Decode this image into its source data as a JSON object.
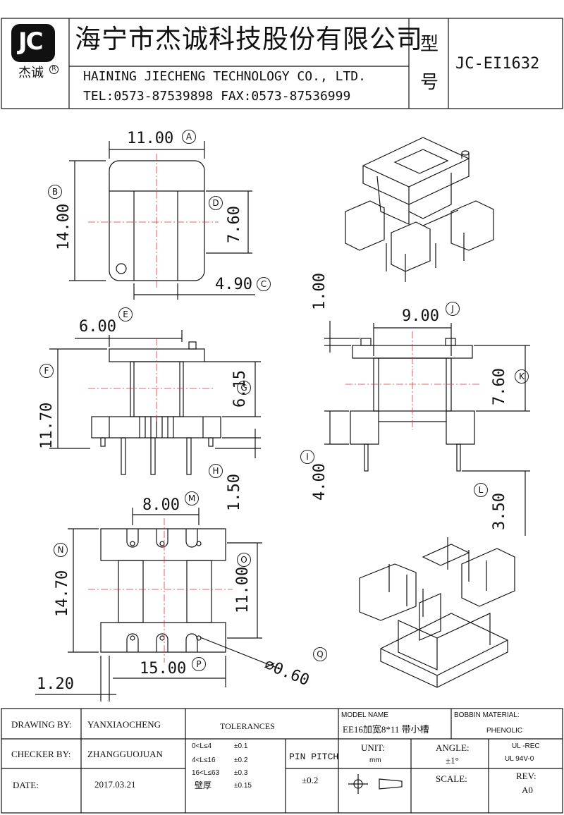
{
  "header": {
    "logo_text": "JC",
    "logo_sub": "杰诚",
    "logo_mark": "R",
    "company_cn": "海宁市杰诚科技股份有限公司",
    "company_en": "HAINING JIECHENG TECHNOLOGY CO., LTD.",
    "contact": "TEL:0573-87539898   FAX:0573-87536999",
    "model_label_1": "型",
    "model_label_2": "号",
    "model_value": "JC-EI1632"
  },
  "dimensions": {
    "A": {
      "value": "11.00",
      "tag": "A"
    },
    "B": {
      "value": "14.00",
      "tag": "B"
    },
    "C": {
      "value": "4.90",
      "tag": "C"
    },
    "D": {
      "value": "7.60",
      "tag": "D"
    },
    "E": {
      "value": "6.00",
      "tag": "E"
    },
    "F": {
      "value": "11.70",
      "tag": "F"
    },
    "G": {
      "value": "6.15",
      "tag": "G"
    },
    "H": {
      "value": "1.50",
      "tag": "H"
    },
    "I": {
      "value": "4.00",
      "tag": "I"
    },
    "J": {
      "value": "9.00",
      "tag": "J"
    },
    "K": {
      "value": "7.60",
      "tag": "K"
    },
    "L": {
      "value": "3.50",
      "tag": "L"
    },
    "M": {
      "value": "8.00",
      "tag": "M"
    },
    "N": {
      "value": "14.70",
      "tag": "N"
    },
    "O": {
      "value": "11.00",
      "tag": "O"
    },
    "P": {
      "value": "15.00",
      "tag": "P"
    },
    "Q": {
      "value": "∅0.60",
      "tag": "Q"
    },
    "top_extra": {
      "value": "1.00"
    },
    "pin_offset": {
      "value": "1.20"
    }
  },
  "footer": {
    "drawing_by_label": "DRAWING  BY:",
    "drawing_by_value": "YANXIAOCHENG",
    "checker_by_label": "CHECKER  BY:",
    "checker_by_value": "ZHANGGUOJUAN",
    "date_label": "DATE:",
    "date_value": "2017.03.21",
    "tolerances_label": "TOLERANCES",
    "tol_rows": [
      {
        "range": "0<L≤4",
        "tol": "±0.1"
      },
      {
        "range": "4<L≤16",
        "tol": "±0.2"
      },
      {
        "range": "16<L≤63",
        "tol": "±0.3"
      },
      {
        "range": "壁厚",
        "tol": "±0.15"
      }
    ],
    "model_name_label": "MODEL NAME",
    "model_name_value": "EE16加宽8*11 带小槽",
    "bobbin_material_label": "BOBBIN MATERIAL:",
    "bobbin_material_value": "PHENOLIC",
    "pin_pitch_label": "PIN PITCH",
    "pin_pitch_value": "±0.2",
    "unit_label": "UNIT:",
    "unit_value": "mm",
    "angle_label": "ANGLE:",
    "angle_value": "±1°",
    "ul_1": "UL -REC",
    "ul_2": "UL  94V-0",
    "scale_label": "SCALE:",
    "rev_label": "REV:",
    "rev_value": "A0"
  }
}
